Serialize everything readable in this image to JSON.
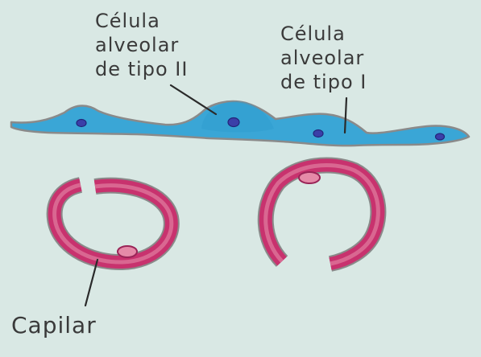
{
  "labels": {
    "type2_line1": "Célula",
    "type2_line2": "alveolar",
    "type2_line3": "de tipo II",
    "type1_line1": "Célula",
    "type1_line2": "alveolar",
    "type1_line3": "de tipo I",
    "capillary": "Capilar"
  },
  "colors": {
    "background": "#d9e8e4",
    "epithelium": "#3aa6d6",
    "nucleus": "#3b3fa8",
    "capillary": "#c8326e",
    "capillary_light": "#e58aa8",
    "outline": "#8a8a8a",
    "leader": "#2a2a2a"
  }
}
